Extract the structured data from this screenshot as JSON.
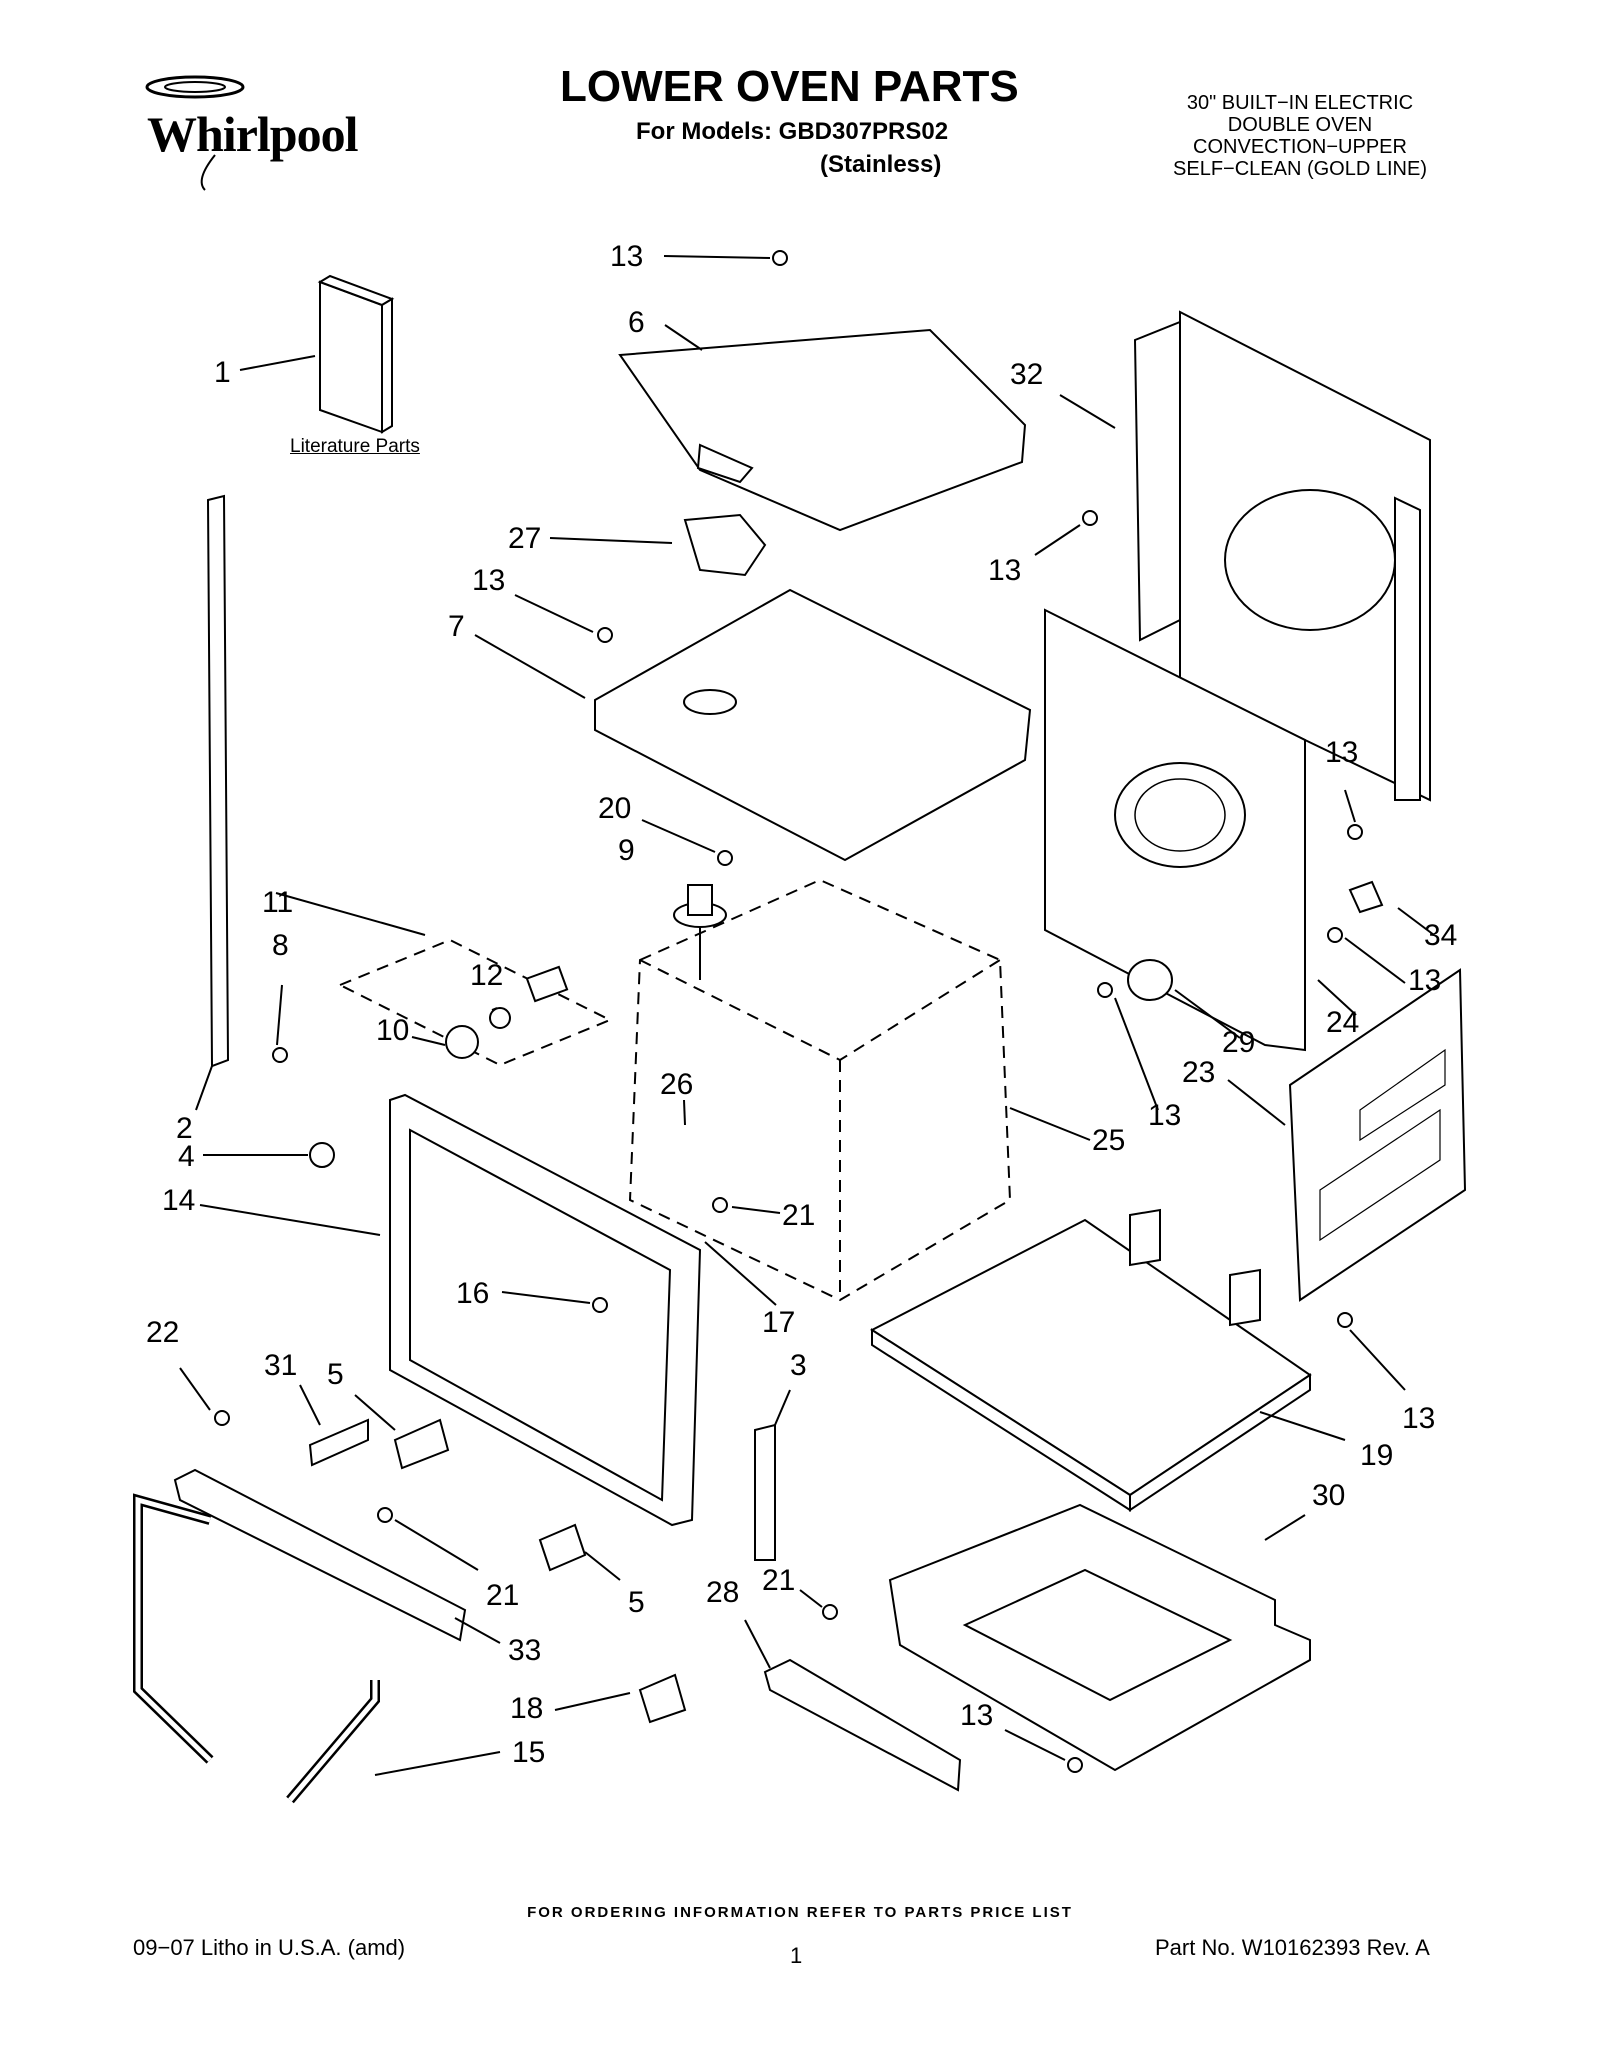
{
  "header": {
    "brand": "Whirlpool",
    "title": "LOWER OVEN PARTS",
    "models_line": "For Models: GBD307PRS02",
    "variant": "(Stainless)",
    "spec_lines": [
      "30\" BUILT−IN ELECTRIC",
      "DOUBLE OVEN",
      "CONVECTION−UPPER",
      "SELF−CLEAN (GOLD LINE)"
    ]
  },
  "diagram": {
    "literature_label": "Literature Parts",
    "callouts": [
      "13",
      "6",
      "1",
      "32",
      "27",
      "13",
      "13",
      "7",
      "20",
      "9",
      "13",
      "11",
      "8",
      "12",
      "10",
      "34",
      "13",
      "24",
      "29",
      "13",
      "26",
      "23",
      "2",
      "4",
      "25",
      "13",
      "14",
      "21",
      "16",
      "17",
      "22",
      "31",
      "5",
      "3",
      "13",
      "19",
      "21",
      "5",
      "30",
      "33",
      "28",
      "21",
      "18",
      "13",
      "15"
    ]
  },
  "footer": {
    "ordering_note": "FOR ORDERING INFORMATION REFER TO PARTS PRICE LIST",
    "litho": "09−07 Litho in U.S.A. (amd)",
    "page_number": "1",
    "part_no": "Part No. W10162393 Rev. A"
  }
}
